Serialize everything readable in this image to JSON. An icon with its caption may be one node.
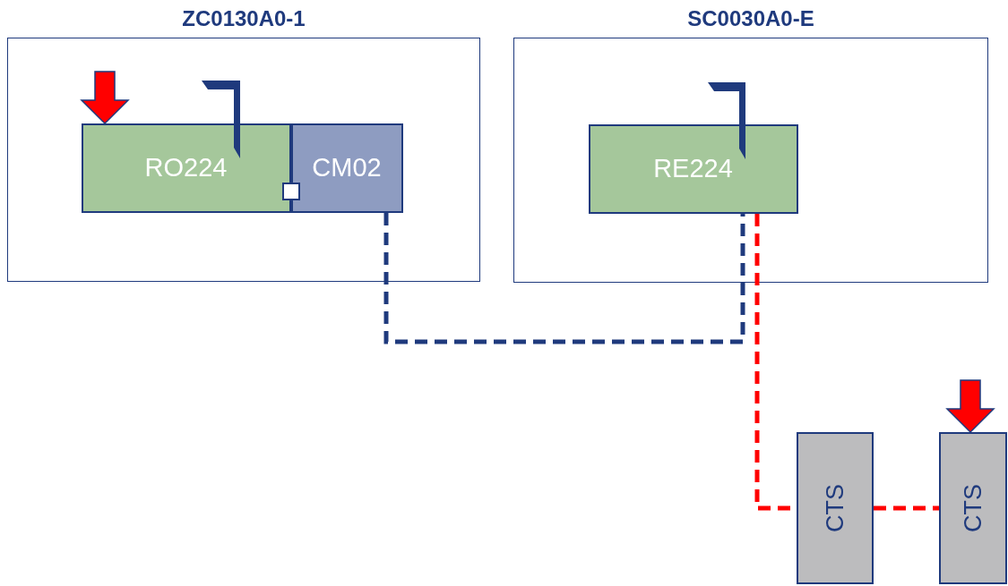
{
  "diagram": {
    "nodes": [
      {
        "text": [
          "ZC0130A0-1"
        ]
      },
      {
        "text": [
          "RO224"
        ],
        "in": 0
      },
      {
        "text": [
          "CM02"
        ],
        "in": 0
      },
      {
        "text": [
          "SC0030A0-E"
        ]
      },
      {
        "text": [
          "RE224"
        ],
        "in": 3
      },
      {
        "text": [
          "CTS"
        ]
      },
      {
        "text": [
          "CTS"
        ]
      }
    ],
    "edges": [
      {
        "from": 2,
        "to": 4,
        "arrow": "none",
        "style": "dashed",
        "color": "#1f3a7d"
      },
      {
        "from": 4,
        "to": 5,
        "arrow": "none",
        "style": "dashed",
        "color": "#ff0000"
      },
      {
        "from": 5,
        "to": 6,
        "arrow": "none",
        "style": "dashed",
        "color": "#ff0000"
      },
      {
        "from": null,
        "to": 1,
        "arrow": "to",
        "style": "thick",
        "color": "#ff0000"
      },
      {
        "from": null,
        "to": 6,
        "arrow": "to",
        "style": "thick",
        "color": "#ff0000"
      }
    ]
  }
}
